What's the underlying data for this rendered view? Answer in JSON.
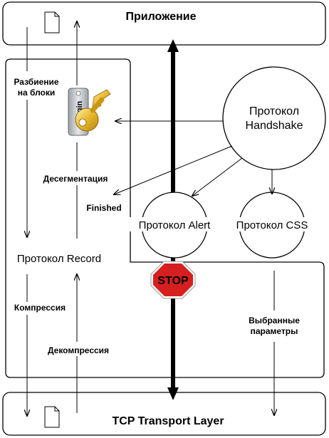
{
  "app_box": {
    "title": "Приложение"
  },
  "transport_box": {
    "title": "TCP Transport Layer"
  },
  "record_layer": {
    "title": "Протокол Record",
    "steps": {
      "split": [
        "Разбиение",
        "на блоки"
      ],
      "desegmentation": "Десегментация",
      "compression": "Компрессия",
      "decompression": "Декомпрессия"
    }
  },
  "handshake": {
    "label": [
      "Протокол",
      "Handshake"
    ]
  },
  "alert": {
    "label": "Протокол Alert"
  },
  "css": {
    "label": "Протокол CSS"
  },
  "finished_label": "Finished",
  "selected_params": [
    "Выбранные",
    "параметры"
  ],
  "stop_sign": {
    "text": "STOP",
    "color": "#d61f1f"
  },
  "key_icon": {
    "tag_text": "login",
    "key_color": "#e8b82a"
  }
}
